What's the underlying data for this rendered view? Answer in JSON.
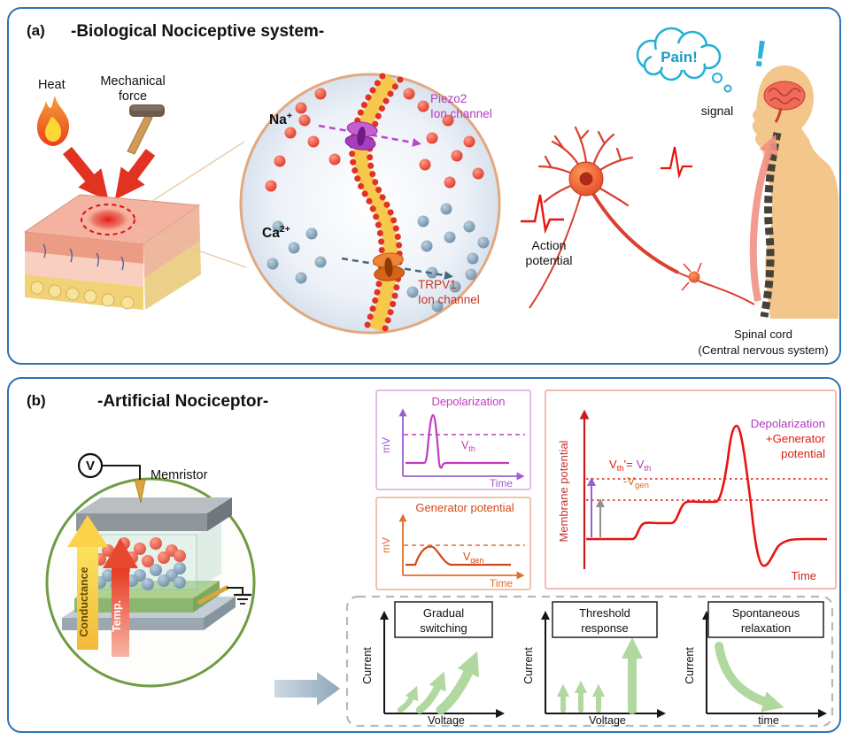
{
  "figure": {
    "panel_a": {
      "tag": "(a)",
      "title": "-Biological Nociceptive system-",
      "heat": "Heat",
      "mechanical_line1": "Mechanical",
      "mechanical_line2": "force",
      "na_base": "Na",
      "na_sup": "+",
      "piezo2_line1": "Piezo2",
      "piezo2_line2": "Ion channel",
      "ca_base": "Ca",
      "ca_sup": "2+",
      "trpv1_line1": "TRPV1",
      "trpv1_line2": "Ion channel",
      "action_line1": "Action",
      "action_line2": "potential",
      "signal": "signal",
      "pain": "Pain!",
      "exclamation": "!",
      "spinal_line1": "Spinal cord",
      "spinal_line2": "(Central nervous system)"
    },
    "panel_b": {
      "tag": "(b)",
      "title": "-Artificial Nociceptor-",
      "voltmeter": "V",
      "memristor": "Memristor",
      "conductance": "Conductance",
      "temp": "Temp.",
      "plot_depolarization": {
        "title": "Depolarization",
        "ylabel": "mV",
        "xlabel": "Time",
        "vth_base": "V",
        "vth_sub": "th"
      },
      "plot_generator": {
        "title": "Generator potential",
        "ylabel": "mV",
        "xlabel": "Time",
        "vgen_base": "V",
        "vgen_sub": "gen"
      },
      "plot_membrane": {
        "ylabel": "Membrane potential",
        "xlabel": "Time",
        "legend_line1": "Depolarization",
        "legend_line2": "+Generator",
        "legend_line3": "potential",
        "eq_p1": "V",
        "eq_p1_sub": "th",
        "eq_p2": "'=",
        "eq_p3": "V",
        "eq_p3_sub": "th",
        "eq_p4": "-V",
        "eq_p4_sub": "gen"
      },
      "concept_gradual": {
        "title_line1": "Gradual",
        "title_line2": "switching",
        "ylabel": "Current",
        "xlabel": "Voltage"
      },
      "concept_threshold": {
        "title_line1": "Threshold",
        "title_line2": "response",
        "ylabel": "Current",
        "xlabel": "Voltage"
      },
      "concept_relaxation": {
        "title_line1": "Spontaneous",
        "title_line2": "relaxation",
        "ylabel": "Current",
        "xlabel": "time"
      }
    },
    "colors": {
      "panel_border": "#2d74b5",
      "magenta": "#c23ac2",
      "purple_axis": "#9a5fd0",
      "orange": "#e0661f",
      "red": "#e01d12",
      "dark_red": "#c0392b",
      "green_arrow": "#abd596",
      "memristor_circle_green": "#6d9c43",
      "cyan": "#25aed4",
      "skin": "#f3c68c"
    },
    "icons": {
      "heat": "flame-icon",
      "mechanical": "hammer-icon",
      "pain": "thought-cloud-icon",
      "voltmeter": "voltmeter-icon",
      "ground": "ground-icon"
    }
  }
}
